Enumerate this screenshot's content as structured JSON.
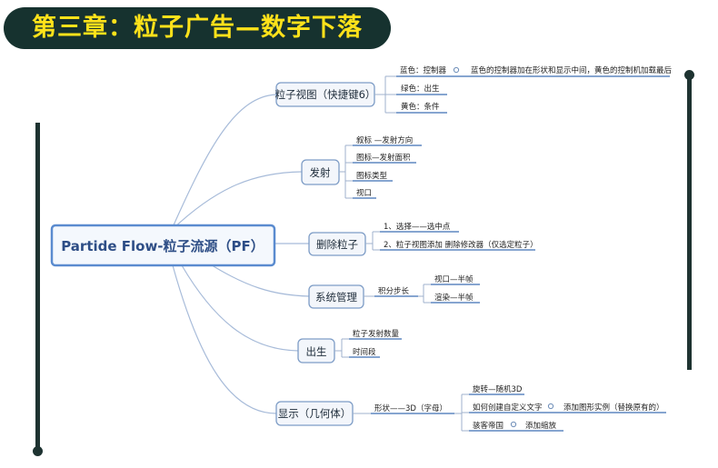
{
  "title": "第三章：粒子广告—数字下落",
  "root": "Partide Flow-粒子流源（PF）",
  "branches": {
    "view": {
      "label": "粒子视图（快捷键6）",
      "children": [
        "蓝色：控制器",
        "绿色：出生",
        "黄色：条件"
      ],
      "note": "蓝色的控制器加在形状和显示中间，黄色的控制机加载最后"
    },
    "emit": {
      "label": "发射",
      "children": [
        "叙标 —发射方向",
        "图标—发射面积",
        "图标类型",
        "视口"
      ]
    },
    "delete": {
      "label": "删除粒子",
      "children": [
        "1、选择——选中点",
        "2、粒子视图添加  删除修改器（仅选定粒子）"
      ]
    },
    "system": {
      "label": "系统管理",
      "sub": "积分步长",
      "children": [
        "视口—半帧",
        "渲染—半帧"
      ]
    },
    "birth": {
      "label": "出生",
      "children": [
        "粒子发射数量",
        "时间段"
      ]
    },
    "display": {
      "label": "显示（几何体）",
      "sub": "形状——3D（字母）",
      "children": [
        "旋转—随机3D",
        "如何创建自定义文字",
        "骇客帝国"
      ],
      "custom_child": "添加图形实例（替换原有的）",
      "matrix_child": "添加缩放"
    }
  }
}
